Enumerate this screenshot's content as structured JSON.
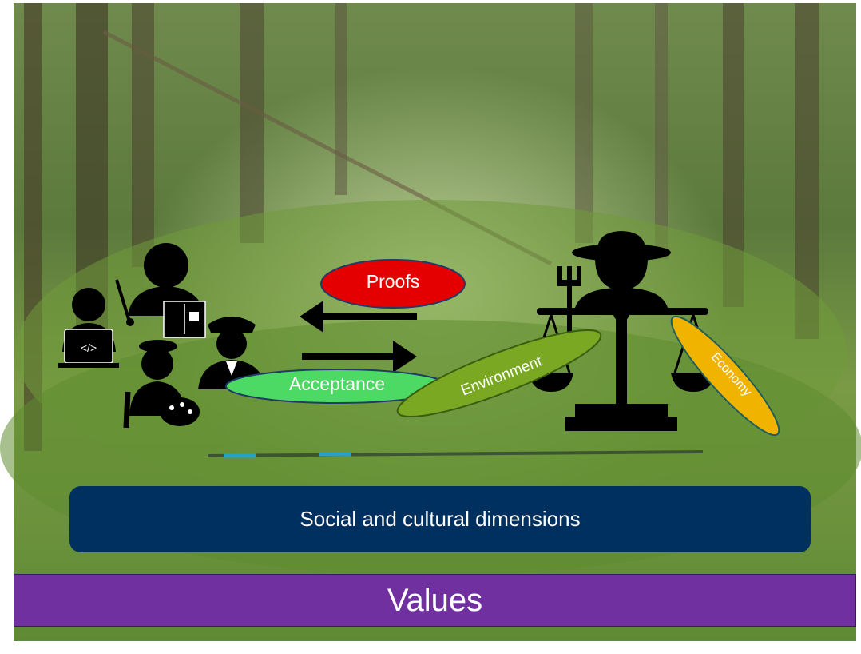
{
  "labels": {
    "proofs": "Proofs",
    "acceptance": "Acceptance",
    "environment": "Environment",
    "economy": "Economy",
    "social": "Social and cultural dimensions",
    "values": "Values"
  },
  "icons": [
    "programmer-icon",
    "teacher-icon",
    "police-officer-icon",
    "artist-icon",
    "farmer-icon",
    "balance-scale-icon"
  ],
  "colors": {
    "proofs": "#e50000",
    "acceptance": "#4cd964",
    "environment": "#7aa822",
    "economy": "#f0b400",
    "social": "#003060",
    "values": "#7030a0"
  }
}
